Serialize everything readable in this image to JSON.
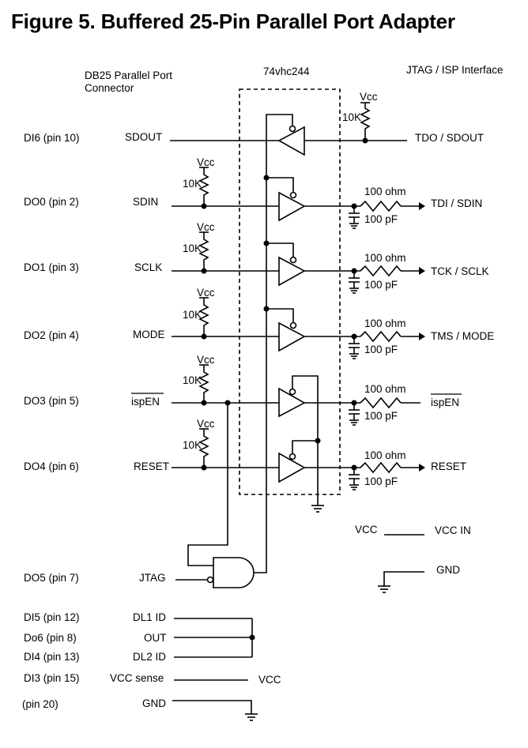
{
  "title": "Figure 5.  Buffered 25-Pin Parallel Port Adapter",
  "headers": {
    "left_line1": "DB25 Parallel Port",
    "left_line2": "Connector",
    "chip": "74vhc244",
    "right": "JTAG / ISP Interface"
  },
  "pins": [
    {
      "pin": "DI6 (pin 10)",
      "signal": "SDOUT",
      "output": "TDO / SDOUT"
    },
    {
      "pin": "DO0 (pin 2)",
      "signal": "SDIN",
      "output": "TDI / SDIN"
    },
    {
      "pin": "DO1 (pin 3)",
      "signal": "SCLK",
      "output": "TCK / SCLK"
    },
    {
      "pin": "DO2 (pin 4)",
      "signal": "MODE",
      "output": "TMS / MODE"
    },
    {
      "pin": "DO3 (pin 5)",
      "signal": "ispEN",
      "output": "ispEN"
    },
    {
      "pin": "DO4 (pin 6)",
      "signal": "RESET",
      "output": "RESET"
    }
  ],
  "components": {
    "vcc": "Vcc",
    "pullup": "10K",
    "series_r": "100 ohm",
    "cap": "100 pF"
  },
  "lower": {
    "jtag_pin": "DO5 (pin 7)",
    "jtag_signal": "JTAG",
    "rows": [
      {
        "pin": "DI5 (pin 12)",
        "signal": "DL1 ID"
      },
      {
        "pin": "Do6 (pin 8)",
        "signal": "OUT"
      },
      {
        "pin": "DI4 (pin 13)",
        "signal": "DL2 ID"
      },
      {
        "pin": "DI3 (pin 15)",
        "signal": "VCC sense"
      },
      {
        "pin": "(pin 20)",
        "signal": "GND"
      }
    ],
    "vcc_label": "VCC"
  },
  "legend": {
    "vcc_left": "VCC",
    "vcc_right": "VCC IN",
    "gnd": "GND"
  }
}
